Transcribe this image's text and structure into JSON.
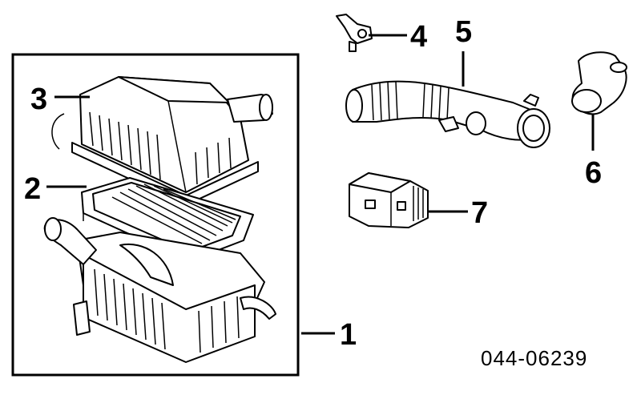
{
  "callouts": {
    "c1": "1",
    "c2": "2",
    "c3": "3",
    "c4": "4",
    "c5": "5",
    "c6": "6",
    "c7": "7"
  },
  "part_number": "044-06239",
  "parts": [
    {
      "callout": "1",
      "icon": "air-cleaner-case-icon"
    },
    {
      "callout": "2",
      "icon": "air-filter-element-icon"
    },
    {
      "callout": "3",
      "icon": "air-cleaner-cap-icon"
    },
    {
      "callout": "4",
      "icon": "intake-air-temp-sensor-icon"
    },
    {
      "callout": "5",
      "icon": "intake-hose-icon"
    },
    {
      "callout": "6",
      "icon": "hose-elbow-icon"
    },
    {
      "callout": "7",
      "icon": "mass-air-flow-meter-icon"
    }
  ]
}
